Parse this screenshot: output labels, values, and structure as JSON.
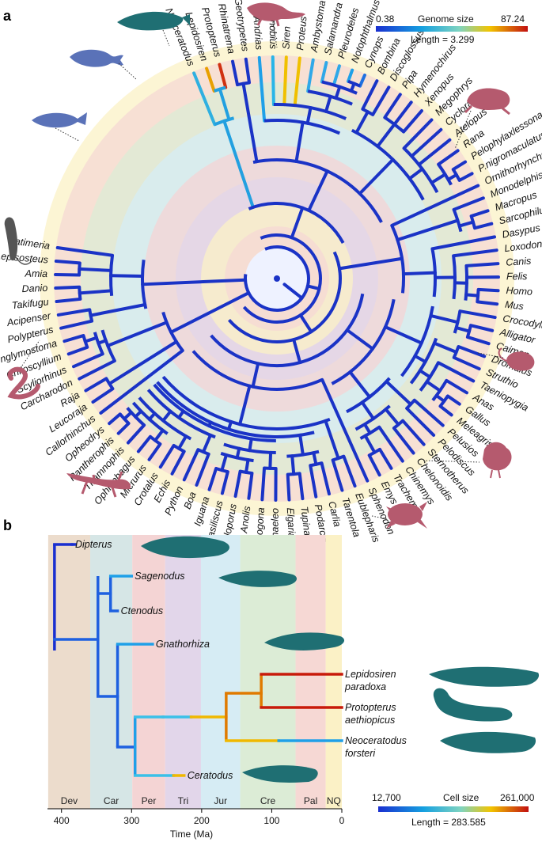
{
  "panel_a_label": "a",
  "panel_b_label": "b",
  "legend_a": {
    "title": "Genome size",
    "min": "0.38",
    "max": "87.24",
    "length": "Length = 3.299"
  },
  "legend_b": {
    "title": "Cell size",
    "min": "12,700",
    "max": "261,000",
    "length": "Length = 283.585"
  },
  "taxa_a": [
    "Neoceratodus",
    "Lepidosiren",
    "Protopterus",
    "Rhinatrema",
    "Geotrypetes",
    "Andrias",
    "Hynobius",
    "Siren",
    "Proteus",
    "Ambystoma",
    "Salamandra",
    "Pleurodeles",
    "Notophthalmus",
    "Cynops",
    "Bombina",
    "Discoglossus",
    "Pipa",
    "Hymenochirus",
    "Xenopus",
    "Megophrys",
    "Cyclorana",
    "Atelopus",
    "Rana",
    "Pelophylaxlessonae",
    "P.nigromaculatus",
    "Ornithorhynchus",
    "Monodelphis",
    "Macropus",
    "Sarcophilus",
    "Dasypus",
    "Loxodonta",
    "Canis",
    "Felis",
    "Homo",
    "Mus",
    "Crocodylus",
    "Alligator",
    "Caiman",
    "Dromaius",
    "Struthio",
    "Taeniopygia",
    "Anas",
    "Gallus",
    "Meleagris",
    "Pelusios",
    "Pelodiscus",
    "Sternotherus",
    "Chelonoidis",
    "Chinemys",
    "Trachemys",
    "Emys",
    "Sphenodon",
    "Eublepharis",
    "Tarentola",
    "Carlia",
    "Podarcis",
    "Tupinambis",
    "Elgaria",
    "Chamaeleo",
    "Pogona",
    "Anolis",
    "Sceloporus",
    "Basiliscus",
    "Iguana",
    "Boa",
    "Python",
    "Echis",
    "Crotalus",
    "Micrurus",
    "Ophiophagus",
    "Thamnophis",
    "Pantherophis",
    "Opheodrys",
    "Callorhinchus",
    "Leucoraja",
    "Raja",
    "Carcharodon",
    "Scyliorhinus",
    "Chiloscyllium",
    "Ginglymostoma",
    "Polypterus",
    "Acipenser",
    "Takifugu",
    "Danio",
    "Amia",
    "Lepisosteus",
    "Latimeria"
  ],
  "taxa_b": [
    "Dipterus",
    "Sagenodus",
    "Ctenodus",
    "Gnathorhiza",
    "Lepidosiren",
    "paradoxa",
    "Protopterus",
    "aethiopicus",
    "Neoceratodus",
    "forsteri",
    "Ceratodus"
  ],
  "periods": [
    "Dev",
    "Car",
    "Per",
    "Tri",
    "Jur",
    "Cre",
    "Pal",
    "NQ"
  ],
  "colors": {
    "period_bands": [
      "#ecdccc",
      "#d6e6e6",
      "#f4d4d4",
      "#e2d6ea",
      "#d6ecf4",
      "#dcecd6",
      "#f6d8d4",
      "#fbf1c6"
    ],
    "ring_bands": [
      "#fbf1c6",
      "#f6d8d4",
      "#dcecd6",
      "#d6ecf4",
      "#f4d4d4",
      "#e2d6ea"
    ],
    "branch_blue": "#1a33c6",
    "silhouette_teal": "#1f6f73",
    "silhouette_pink": "#b55a6e",
    "silhouette_gray": "#555"
  },
  "icons": [
    "lungfish-silhouette",
    "coelacanth-silhouette",
    "fish-silhouette",
    "chimaera-silhouette",
    "axolotl-silhouette",
    "frog-silhouette",
    "mouse-silhouette",
    "chicken-silhouette",
    "turtle-silhouette",
    "lizard-silhouette",
    "snake-silhouette"
  ],
  "chart_data": {
    "type": "tree",
    "xlabel": "Time (Ma)",
    "x_ticks": [
      400,
      300,
      200,
      100,
      0
    ],
    "xlim": [
      420,
      0
    ],
    "periods": [
      {
        "name": "Dev",
        "start": 419,
        "end": 359
      },
      {
        "name": "Car",
        "start": 359,
        "end": 299
      },
      {
        "name": "Per",
        "start": 299,
        "end": 252
      },
      {
        "name": "Tri",
        "start": 252,
        "end": 201
      },
      {
        "name": "Jur",
        "start": 201,
        "end": 145
      },
      {
        "name": "Cre",
        "start": 145,
        "end": 66
      },
      {
        "name": "Pal",
        "start": 66,
        "end": 23
      },
      {
        "name": "NQ",
        "start": 23,
        "end": 0
      }
    ]
  }
}
